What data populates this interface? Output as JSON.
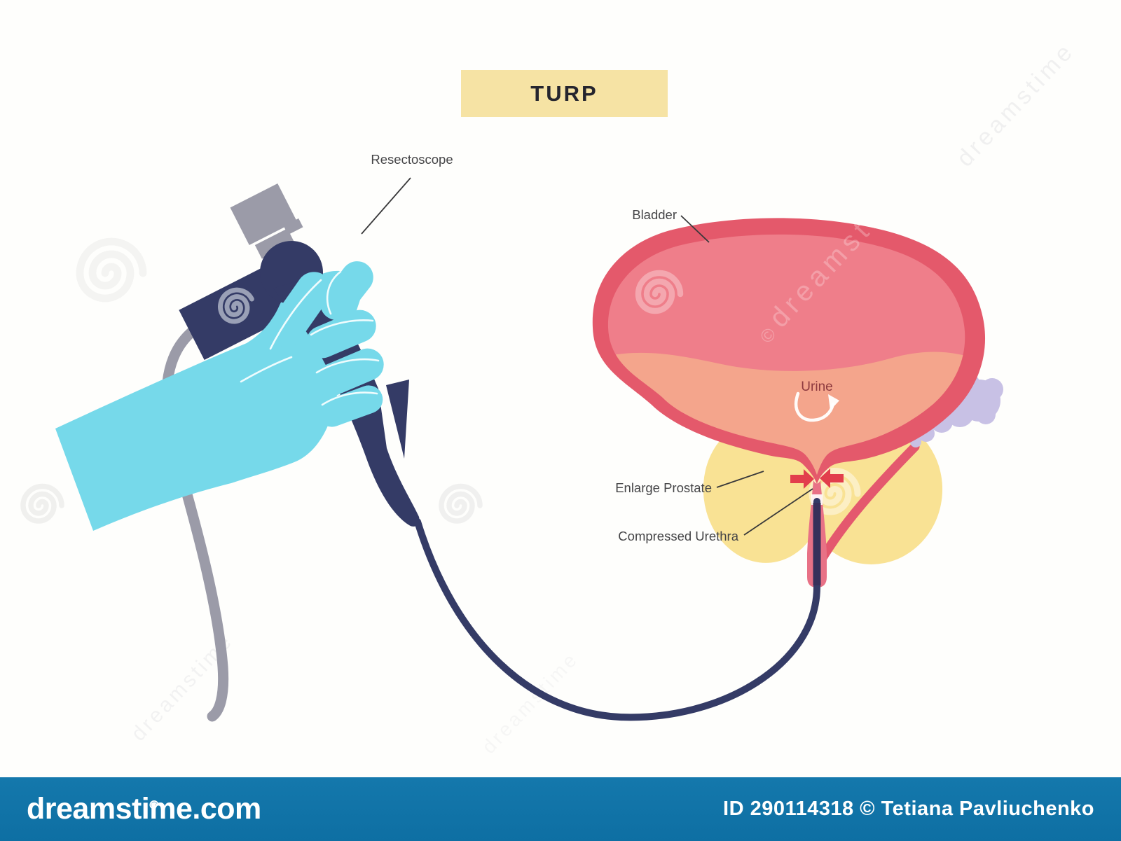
{
  "banner": {
    "label": "TURP"
  },
  "labels": {
    "resectoscope": "Resectoscope",
    "bladder": "Bladder",
    "urine": "Urine",
    "enlarge_prostate": "Enlarge Prostate",
    "compressed_urethra": "Compressed Urethra"
  },
  "watermarks": {
    "diagonal_text": "dreamstime",
    "copyright_mark": "©"
  },
  "footer": {
    "logo": "dreamstime.com",
    "credit": "ID 290114318 © Tetiana Pavliuchenko"
  },
  "colors": {
    "banner_bg": "#f6e3a4",
    "glove_cyan": "#76d9ea",
    "instrument_navy": "#343b66",
    "instrument_gray": "#9b9ba8",
    "bladder_wall": "#e4596b",
    "bladder_inner": "#ef7e8a",
    "urine_fill": "#f4a58c",
    "prostate_yellow": "#f9e294",
    "urethra_pink": "#e87186",
    "scope_rod": "#37305a",
    "vas_tube": "#e4586e",
    "vesicle_lavender": "#c8c1e5",
    "arrow_red": "#e23e4c",
    "urine_text": "#8e3a3f",
    "label_text": "#454547",
    "footer_bar": "#1176aa"
  }
}
